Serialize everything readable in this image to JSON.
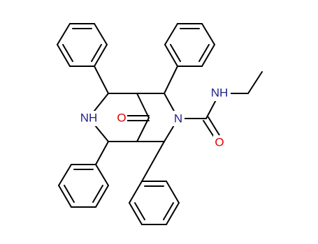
{
  "molecule": {
    "atom_labels": {
      "nh_ring": "NH",
      "o_ketone": "O",
      "n_ring": "N",
      "nh_amide": "NH",
      "o_amide": "O"
    },
    "colors": {
      "bond": "#000000",
      "nitrogen": "#1f1f8f",
      "oxygen": "#e00000"
    }
  }
}
